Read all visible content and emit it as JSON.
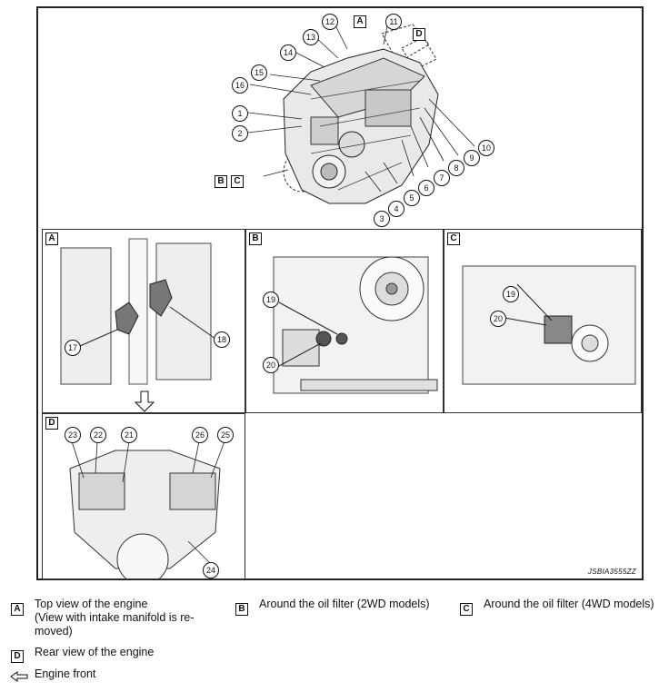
{
  "figure": {
    "code": "JSBIA3555ZZ",
    "main_view_labels": [
      "A",
      "B",
      "C",
      "D"
    ],
    "main_callouts": [
      "1",
      "2",
      "3",
      "4",
      "5",
      "6",
      "7",
      "8",
      "9",
      "10",
      "11",
      "12",
      "13",
      "14",
      "15",
      "16"
    ],
    "panels": {
      "A": {
        "label": "A",
        "callouts": [
          "17",
          "18"
        ]
      },
      "B": {
        "label": "B",
        "callouts": [
          "19",
          "20"
        ]
      },
      "C": {
        "label": "C",
        "callouts": [
          "19",
          "20"
        ]
      },
      "D": {
        "label": "D",
        "callouts": [
          "23",
          "22",
          "21",
          "26",
          "25",
          "24"
        ]
      }
    }
  },
  "legend": {
    "A": {
      "key": "A",
      "text": "Top view of the engine (View with intake manifold is re-moved)",
      "lines": [
        "Top view of the engine",
        "(View with intake manifold is re-",
        "moved)"
      ]
    },
    "B": {
      "key": "B",
      "text": "Around the oil filter (2WD models)"
    },
    "C": {
      "key": "C",
      "text": "Around the oil filter (4WD models)"
    },
    "D": {
      "key": "D",
      "text": "Rear view of the engine"
    },
    "arrow": {
      "icon": "arrow-left-icon",
      "text": "Engine front"
    }
  }
}
